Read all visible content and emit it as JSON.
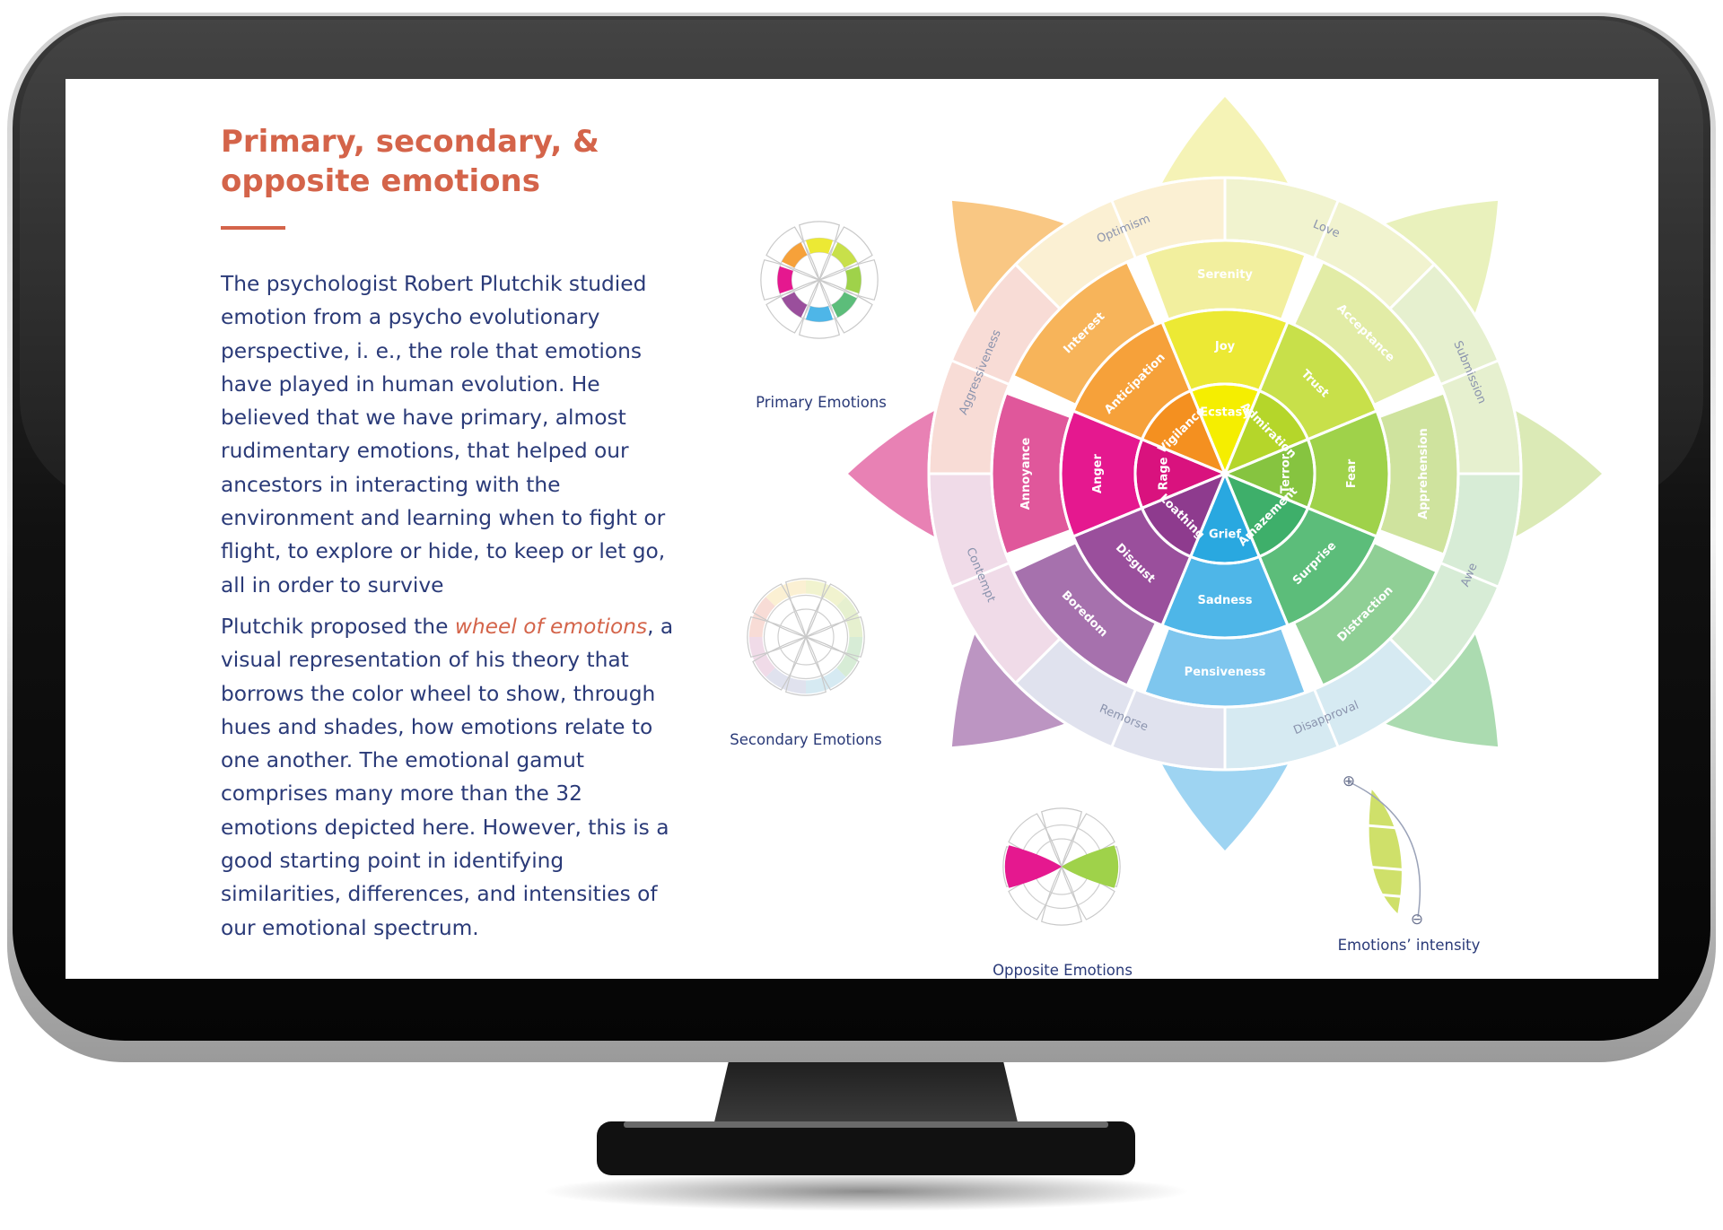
{
  "page": {
    "title_lines": [
      "Primary, secondary, &",
      "opposite emotions"
    ],
    "paragraph1_lines": [
      "The psychologist Robert Plutchik studied",
      "emotion from a psycho evolutionary",
      "perspective, i. e., the role that emotions",
      "have played in human evolution. He",
      "believed that we have primary, almost",
      "rudimentary emotions, that helped our",
      "ancestors in interacting with the",
      "environment and learning when to fight or",
      "flight, to explore or hide, to keep or let go,",
      "all in order to survive"
    ],
    "paragraph2": {
      "line1_before": "Plutchik proposed the ",
      "link": "wheel of emotions",
      "line1_after": ", a",
      "lines": [
        "visual representation of his theory that",
        "borrows the color wheel to show, through",
        "hues and shades, how emotions relate to",
        "one another. The emotional gamut",
        "comprises many more than the 32",
        "emotions depicted here. However, this is a",
        "good starting point in identifying",
        "similarities, differences, and intensities of",
        "our emotional spectrum."
      ]
    }
  },
  "thumbnails": {
    "primary_label": "Primary Emotions",
    "secondary_label": "Secondary Emotions",
    "opposite_label": "Opposite Emotions",
    "intensity_label": "Emotions’ intensity",
    "plus_symbol": "⊕",
    "minus_symbol": "⊖"
  },
  "wheel": {
    "petals": [
      {
        "key": "joy",
        "colors": [
          "#f2ef9e",
          "#ece934",
          "#f5ee00"
        ],
        "labels": [
          "Serenity",
          "Joy",
          "Ecstasy"
        ]
      },
      {
        "key": "trust",
        "colors": [
          "#e2eca6",
          "#c8e04a",
          "#b5d62a"
        ],
        "labels": [
          "Acceptance",
          "Trust",
          "Admiration"
        ]
      },
      {
        "key": "fear",
        "colors": [
          "#cfe39e",
          "#9fd24a",
          "#86c440"
        ],
        "labels": [
          "Apprehension",
          "Fear",
          "Terror"
        ]
      },
      {
        "key": "surprise",
        "colors": [
          "#8fcf95",
          "#5cbd7a",
          "#3eaf6a"
        ],
        "labels": [
          "Distraction",
          "Surprise",
          "Amazement"
        ]
      },
      {
        "key": "sadness",
        "colors": [
          "#7ec6ee",
          "#4eb6e8",
          "#29a8e0"
        ],
        "labels": [
          "Pensiveness",
          "Sadness",
          "Grief"
        ]
      },
      {
        "key": "disgust",
        "colors": [
          "#a671ad",
          "#9a4f9c",
          "#8e3b8e"
        ],
        "labels": [
          "Boredom",
          "Disgust",
          "Loathing"
        ]
      },
      {
        "key": "anger",
        "colors": [
          "#e0579b",
          "#e5188f",
          "#d9127e"
        ],
        "labels": [
          "Annoyance",
          "Anger",
          "Rage"
        ]
      },
      {
        "key": "anticipation",
        "colors": [
          "#f7b45a",
          "#f6a13a",
          "#f49020"
        ],
        "labels": [
          "Interest",
          "Anticipation",
          "Vigilance"
        ]
      }
    ],
    "dyads": [
      {
        "label": "Love",
        "color": "#f1f3cf"
      },
      {
        "label": "Submission",
        "color": "#e6f0cf"
      },
      {
        "label": "Awe",
        "color": "#d7ecd6"
      },
      {
        "label": "Disapproval",
        "color": "#d6eaf2"
      },
      {
        "label": "Remorse",
        "color": "#e0e2ee"
      },
      {
        "label": "Contempt",
        "color": "#f0dbe8"
      },
      {
        "label": "Aggressiveness",
        "color": "#f8dcd6"
      },
      {
        "label": "Optimism",
        "color": "#fbf0d3"
      }
    ]
  }
}
